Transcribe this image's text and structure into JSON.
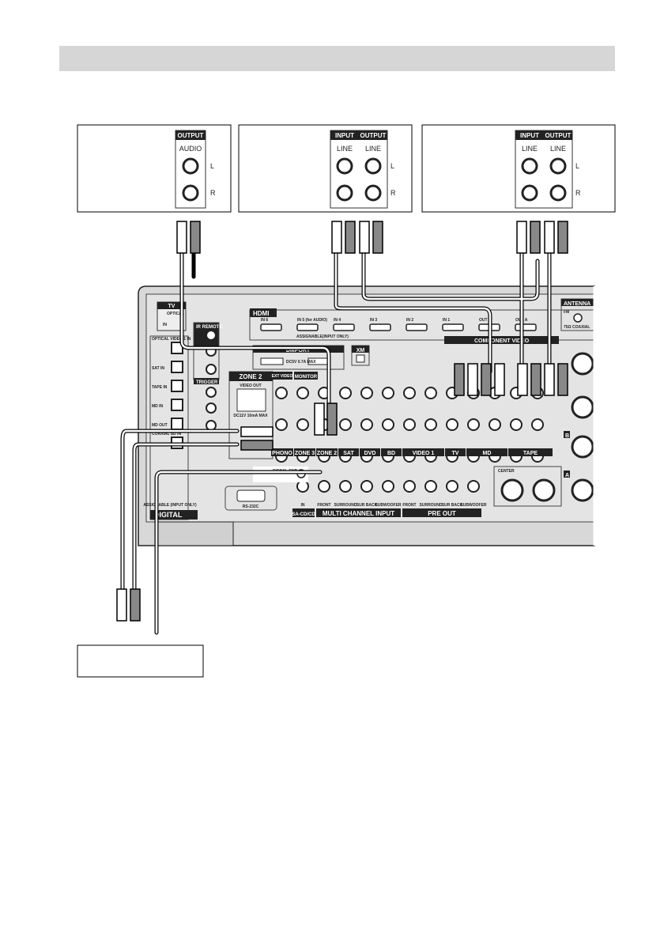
{
  "devices": {
    "player": {
      "output": "OUTPUT",
      "audio": "AUDIO",
      "l": "L",
      "r": "R"
    },
    "recorder1": {
      "input": "INPUT",
      "output": "OUTPUT",
      "line_in": "LINE",
      "line_out": "LINE",
      "l": "L",
      "r": "R"
    },
    "recorder2": {
      "input": "INPUT",
      "output": "OUTPUT",
      "line_in": "LINE",
      "line_out": "LINE",
      "l": "L",
      "r": "R"
    }
  },
  "receiver": {
    "tv": "TV",
    "optical": "OPTICAL",
    "in": "IN",
    "digital_inputs": [
      "OPTICAL VIDEO 1 IN",
      "SAT IN",
      "TAPE IN",
      "MD IN",
      "MD OUT",
      "COAXIAL SD IN"
    ],
    "assignable_input": "ASSIGNABLE (INPUT ONLY)",
    "digital": "DIGITAL",
    "ir_remote": "IR REMOTE",
    "trigger": "TRIGGER",
    "hdmi": "HDMI",
    "hdmi_ports": [
      "IN 6",
      "IN 5 (for AUDIO)",
      "IN 4",
      "IN 3",
      "IN 2",
      "IN 1",
      "OUT B",
      "OUT A"
    ],
    "hdmi_assignable": "ASSIGNABLE(INPUT ONLY)",
    "dmport": "DMPORT",
    "dmport_power": "DC5V 0.7A MAX",
    "xm": "XM",
    "zone2": "ZONE 2",
    "zone2_video_out": "VIDEO OUT",
    "zone2_power": "DC11V 10mA MAX",
    "ext_video": "EXT VIDEO",
    "monitor": "MONITOR",
    "antenna": "ANTENNA",
    "fm": "FM",
    "coaxial_75": "75Ω COAXIAL",
    "component_video": "COMPONENT VIDEO",
    "signal_gnd": "SIGNAL GND",
    "rs232c": "RS-232C",
    "center": "CENTER",
    "section_labels": [
      "PHONO",
      "ZONE 3",
      "ZONE 2",
      "SAT",
      "DVD",
      "BD",
      "VIDEO 1",
      "TV",
      "MD",
      "TAPE"
    ],
    "bottom_labels": [
      "SA-CD/CD",
      "MULTI CHANNEL INPUT",
      "PRE OUT"
    ],
    "multi_in": [
      "IN",
      "FRONT",
      "SURROUND",
      "SUR BACK",
      "SUBWOOFER"
    ],
    "pre_out": [
      "FRONT",
      "SURROUND",
      "SUR BACK",
      "SUBWOOFER"
    ],
    "speaker_b": "B",
    "speaker_a": "A"
  },
  "colors": {
    "header_bar": "#d6d6d6",
    "panel": "#e4e4e4",
    "label_bg": "#222222"
  }
}
